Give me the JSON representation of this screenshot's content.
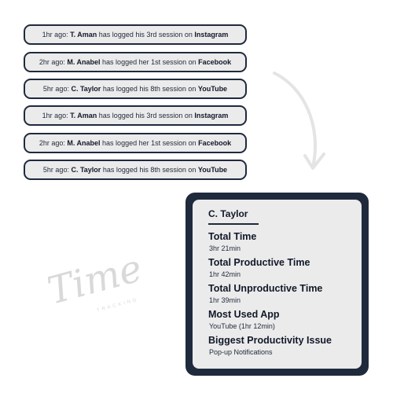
{
  "activity_feed": [
    {
      "time": "1hr ago:",
      "user": "T. Aman",
      "middle": " has logged his 3rd session on ",
      "app": "Instagram"
    },
    {
      "time": "2hr ago:",
      "user": "M. Anabel",
      "middle": " has logged her 1st session on ",
      "app": "Facebook"
    },
    {
      "time": "5hr ago:",
      "user": "C. Taylor",
      "middle": " has logged his 8th session on ",
      "app": "YouTube"
    },
    {
      "time": "1hr ago:",
      "user": "T. Aman",
      "middle": " has logged his 3rd session on ",
      "app": "Instagram"
    },
    {
      "time": "2hr ago:",
      "user": "M. Anabel",
      "middle": " has logged her 1st session on ",
      "app": "Facebook"
    },
    {
      "time": "5hr ago:",
      "user": "C. Taylor",
      "middle": " has logged his 8th session on ",
      "app": "YouTube"
    }
  ],
  "summary_card": {
    "user_name": "C. Taylor",
    "stats": [
      {
        "label": "Total Time",
        "value": "3hr 21min"
      },
      {
        "label": "Total Productive Time",
        "value": "1hr 42min"
      },
      {
        "label": "Total Unproductive Time",
        "value": "1hr 39min"
      },
      {
        "label": "Most Used App",
        "value": "YouTube (1hr 12min)"
      },
      {
        "label": "Biggest Productivity Issue",
        "value": "Pop-up Notifications"
      }
    ]
  },
  "logo": {
    "word": "Time",
    "subtitle": "TRACKING"
  },
  "colors": {
    "border": "#1f2a3c",
    "card_bg": "#ebebec",
    "arrow": "#e4e4e4",
    "logo": "#d9d9d9"
  }
}
